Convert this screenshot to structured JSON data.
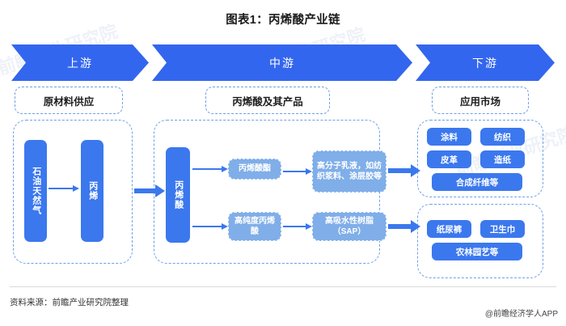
{
  "title": "图表1：丙烯酸产业链",
  "band": {
    "upstream": "上游",
    "midstream": "中游",
    "downstream": "下游"
  },
  "headers": {
    "upstream": "原材料供应",
    "midstream": "丙烯酸及其产品",
    "downstream": "应用市场"
  },
  "upstream": {
    "nodes": [
      {
        "label": "石油天然气"
      },
      {
        "label": "丙烯"
      }
    ]
  },
  "midstream": {
    "root": "丙烯酸",
    "branches": [
      {
        "intermediate": "丙烯酸酯",
        "product": "高分子乳液，如纺织浆料、涂层胶等"
      },
      {
        "intermediate": "高纯度丙烯酸",
        "product": "高吸水性树脂（SAP）"
      }
    ]
  },
  "downstream": {
    "group1": [
      "涂料",
      "纺织",
      "皮革",
      "造纸",
      "合成纤维等"
    ],
    "group2": [
      "纸尿裤",
      "卫生巾",
      "农林园艺等"
    ]
  },
  "footer": {
    "source": "资料来源：前瞻产业研究院整理",
    "app": "@前瞻经济学人APP"
  },
  "watermarks": [
    "前瞻产业研究院",
    "前瞻产业研究院",
    "前瞻产业研究院"
  ],
  "colors": {
    "primary_blue": "#3366EE",
    "box_blue": "#3B78EE",
    "light_blue": "#80AEE8",
    "dashed_border": "#6f9fe8"
  }
}
